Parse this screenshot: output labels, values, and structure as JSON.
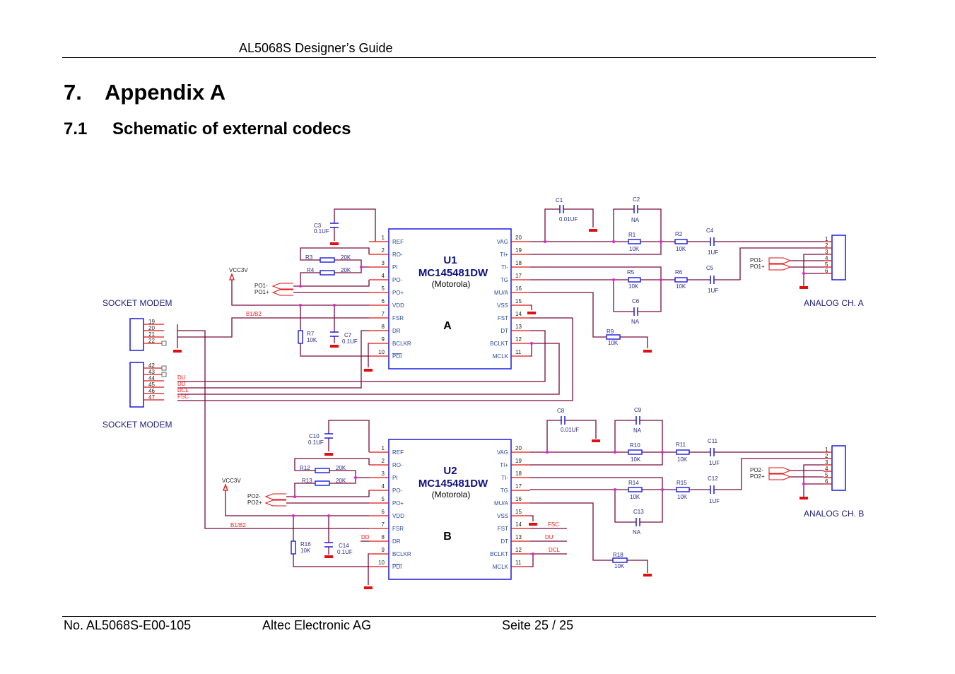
{
  "header": {
    "title": "AL5068S Designer’s Guide"
  },
  "section": {
    "number": "7.",
    "title": "Appendix A"
  },
  "subsection": {
    "number": "7.1",
    "title": "Schematic of external codecs"
  },
  "footer": {
    "doc_no": "No. AL5068S-E00-105",
    "company": "Altec Electronic AG",
    "page": "Seite 25 / 25"
  },
  "schematic": {
    "chips": [
      {
        "ref": "U1",
        "part": "MC145481DW",
        "maker": "(Motorola)",
        "channel": "A"
      },
      {
        "ref": "U2",
        "part": "MC145481DW",
        "maker": "(Motorola)",
        "channel": "B"
      }
    ],
    "pins_left": [
      {
        "num": "1",
        "name": "REF"
      },
      {
        "num": "2",
        "name": "RO-"
      },
      {
        "num": "3",
        "name": "PI"
      },
      {
        "num": "4",
        "name": "PO-"
      },
      {
        "num": "5",
        "name": "PO+"
      },
      {
        "num": "6",
        "name": "VDD"
      },
      {
        "num": "7",
        "name": "FSR"
      },
      {
        "num": "8",
        "name": "DR"
      },
      {
        "num": "9",
        "name": "BCLKR"
      },
      {
        "num": "10",
        "name": "PDI"
      }
    ],
    "pins_right": [
      {
        "num": "20",
        "name": "VAG"
      },
      {
        "num": "19",
        "name": "TI+"
      },
      {
        "num": "18",
        "name": "TI-"
      },
      {
        "num": "17",
        "name": "TG"
      },
      {
        "num": "16",
        "name": "MU/A"
      },
      {
        "num": "15",
        "name": "VSS"
      },
      {
        "num": "14",
        "name": "FST"
      },
      {
        "num": "13",
        "name": "DT"
      },
      {
        "num": "12",
        "name": "BCLKT"
      },
      {
        "num": "11",
        "name": "MCLK"
      }
    ],
    "components": {
      "C3": {
        "ref": "C3",
        "value": "0.1UF"
      },
      "R3": {
        "ref": "R3",
        "value": "20K"
      },
      "R4": {
        "ref": "R4",
        "value": "20K"
      },
      "R7": {
        "ref": "R7",
        "value": "10K"
      },
      "C7": {
        "ref": "C7",
        "value": "0.1UF"
      },
      "C1": {
        "ref": "C1",
        "value": "0.01UF"
      },
      "C2": {
        "ref": "C2",
        "value": "NA"
      },
      "R1": {
        "ref": "R1",
        "value": "10K"
      },
      "R2": {
        "ref": "R2",
        "value": "10K"
      },
      "C4": {
        "ref": "C4",
        "value": "1UF"
      },
      "R5": {
        "ref": "R5",
        "value": "10K"
      },
      "R6": {
        "ref": "R6",
        "value": "10K"
      },
      "C5": {
        "ref": "C5",
        "value": "1UF"
      },
      "C6": {
        "ref": "C6",
        "value": "NA"
      },
      "R9": {
        "ref": "R9",
        "value": "10K"
      },
      "C10": {
        "ref": "C10",
        "value": "0.1UF"
      },
      "R12": {
        "ref": "R12",
        "value": "20K"
      },
      "R13": {
        "ref": "R13",
        "value": "20K"
      },
      "R16": {
        "ref": "R16",
        "value": "10K"
      },
      "C14": {
        "ref": "C14",
        "value": "0.1UF"
      },
      "C8": {
        "ref": "C8",
        "value": "0.01UF"
      },
      "C9": {
        "ref": "C9",
        "value": "NA"
      },
      "R10": {
        "ref": "R10",
        "value": "10K"
      },
      "R11": {
        "ref": "R11",
        "value": "10K"
      },
      "C11": {
        "ref": "C11",
        "value": "1UF"
      },
      "R14": {
        "ref": "R14",
        "value": "10K"
      },
      "R15": {
        "ref": "R15",
        "value": "10K"
      },
      "C12": {
        "ref": "C12",
        "value": "1UF"
      },
      "C13": {
        "ref": "C13",
        "value": "NA"
      },
      "R18": {
        "ref": "R18",
        "value": "10K"
      }
    },
    "nets": {
      "vcc": "VCC3V",
      "b1b2": "B1/B2",
      "po1m": "PO1-",
      "po1p": "PO1+",
      "po2m": "PO2-",
      "po2p": "PO2+",
      "du": "DU",
      "dd": "DD",
      "dcl": "DCL",
      "fsc": "FSC"
    },
    "socket_label": "SOCKET MODEM",
    "socket1_pins": [
      "19",
      "20",
      "21",
      "22"
    ],
    "socket2_pins": [
      "42",
      "43",
      "44",
      "45",
      "46",
      "47"
    ],
    "analog_a": "ANALOG CH. A",
    "analog_b": "ANALOG CH. B",
    "analog_pins": [
      "1",
      "2",
      "3",
      "4",
      "5",
      "6"
    ]
  }
}
